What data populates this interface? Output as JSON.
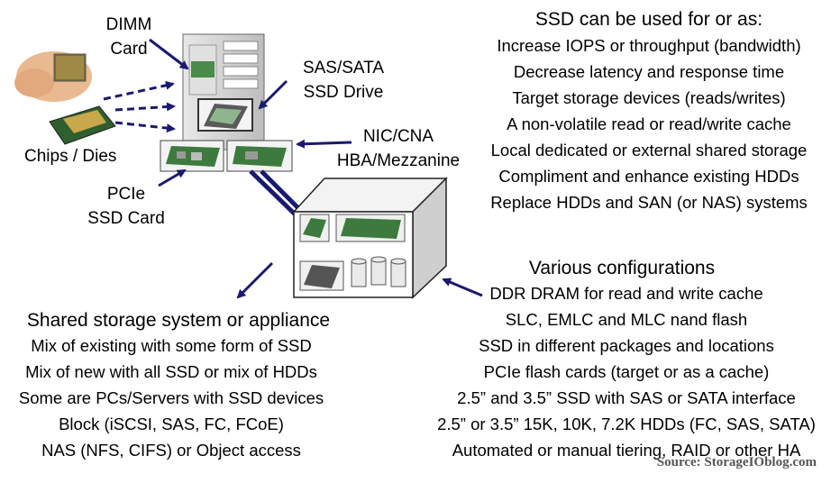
{
  "labels": {
    "dimm": [
      "DIMM",
      "Card"
    ],
    "sas_sata": [
      "SAS/SATA",
      "SSD Drive"
    ],
    "chips": "Chips / Dies",
    "nic": [
      "NIC/CNA",
      "HBA/Mezzanine"
    ],
    "pcie": [
      "PCIe",
      "SSD Card"
    ]
  },
  "uses": {
    "title": "SSD can be used for or as:",
    "items": [
      "Increase IOPS or throughput (bandwidth)",
      "Decrease latency and response time",
      "Target storage devices (reads/writes)",
      "A non-volatile read or read/write cache",
      "Local dedicated or external shared storage",
      "Compliment and enhance existing HDDs",
      "Replace HDDs and SAN (or NAS) systems"
    ]
  },
  "configs": {
    "title": "Various configurations",
    "items": [
      "DDR DRAM for read and write cache",
      "SLC, EMLC and MLC nand flash",
      "SSD in different packages and locations",
      "PCIe flash cards (target or as a cache)",
      "2.5” and 3.5” SSD with SAS or SATA interface",
      "2.5” or 3.5” 15K, 10K, 7.2K HDDs (FC, SAS, SATA)",
      "Automated or manual tiering, RAID or other HA"
    ]
  },
  "shared": {
    "title": "Shared storage system or appliance",
    "items": [
      "Mix of existing with some form of SSD",
      "Mix of new with all SSD or mix of HDDs",
      "Some are PCs/Servers with SSD devices",
      "Block (iSCSI, SAS, FC, FCoE)",
      "NAS (NFS, CIFS) or Object access"
    ]
  },
  "source": "Source: StorageIOblog.com",
  "colors": {
    "arrow": "#1a1a6e",
    "card_green": "#3d7a3d",
    "server_gray": "#cfcfcf"
  }
}
